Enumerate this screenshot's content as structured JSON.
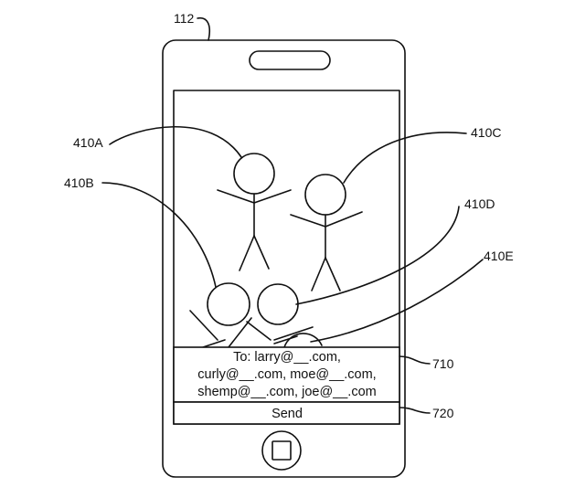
{
  "labels": {
    "device": "112",
    "person_a": "410A",
    "person_b": "410B",
    "person_c": "410C",
    "person_d": "410D",
    "person_e": "410E",
    "recipients_box": "710",
    "send_box": "720"
  },
  "message": {
    "to_line": "To: larry@__.com,",
    "line2": "curly@__.com, moe@__.com,",
    "line3": "shemp@__.com, joe@__.com"
  },
  "send_label": "Send",
  "icons": {
    "speaker": "speaker-slot-icon",
    "home": "home-button-icon"
  }
}
